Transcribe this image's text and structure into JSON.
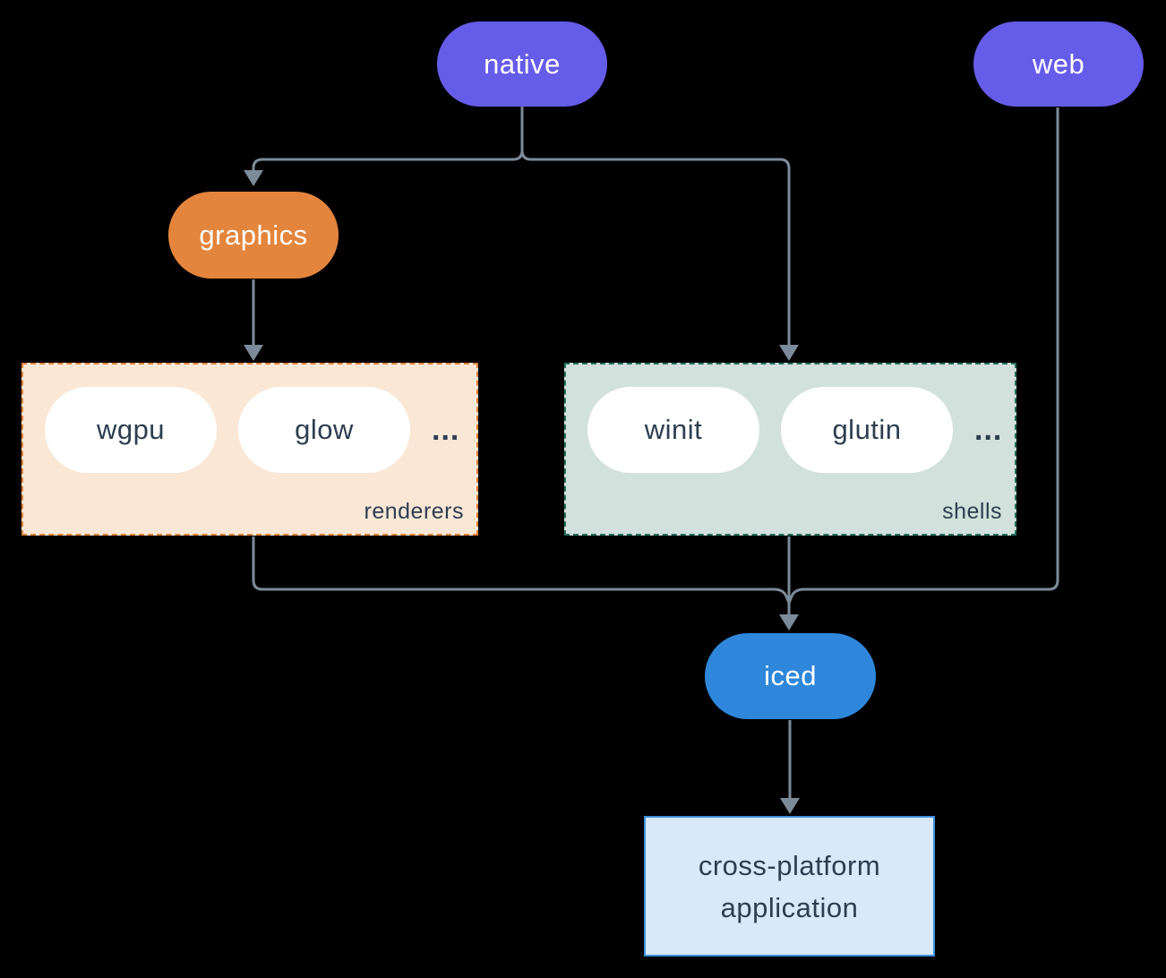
{
  "background": "#000000",
  "nodes": {
    "native": {
      "label": "native",
      "color": "#655CE9"
    },
    "web": {
      "label": "web",
      "color": "#655CE9"
    },
    "graphics": {
      "label": "graphics",
      "color": "#E3853D"
    },
    "iced": {
      "label": "iced",
      "color": "#2E87DA"
    },
    "app": {
      "label_line1": "cross-platform",
      "label_line2": "application",
      "bg": "#D8E9F8",
      "border": "#3D8FDC"
    }
  },
  "groups": {
    "renderers": {
      "label": "renderers",
      "items": [
        "wgpu",
        "glow"
      ],
      "ellipsis": "...",
      "bg": "#FAE7D5",
      "border": "#E0813B"
    },
    "shells": {
      "label": "shells",
      "items": [
        "winit",
        "glutin"
      ],
      "ellipsis": "...",
      "bg": "#D2E1DB",
      "border": "#26705F"
    }
  },
  "edges": [
    {
      "from": "native",
      "to": "graphics"
    },
    {
      "from": "native",
      "to": "shells"
    },
    {
      "from": "graphics",
      "to": "renderers"
    },
    {
      "from": "renderers",
      "to": "iced"
    },
    {
      "from": "shells",
      "to": "iced"
    },
    {
      "from": "web",
      "to": "iced"
    },
    {
      "from": "iced",
      "to": "app"
    }
  ],
  "colors": {
    "connector": "#7C8B99",
    "pill_text_light": "#FFFFFF",
    "pill_text_dark": "#2D3E50"
  }
}
